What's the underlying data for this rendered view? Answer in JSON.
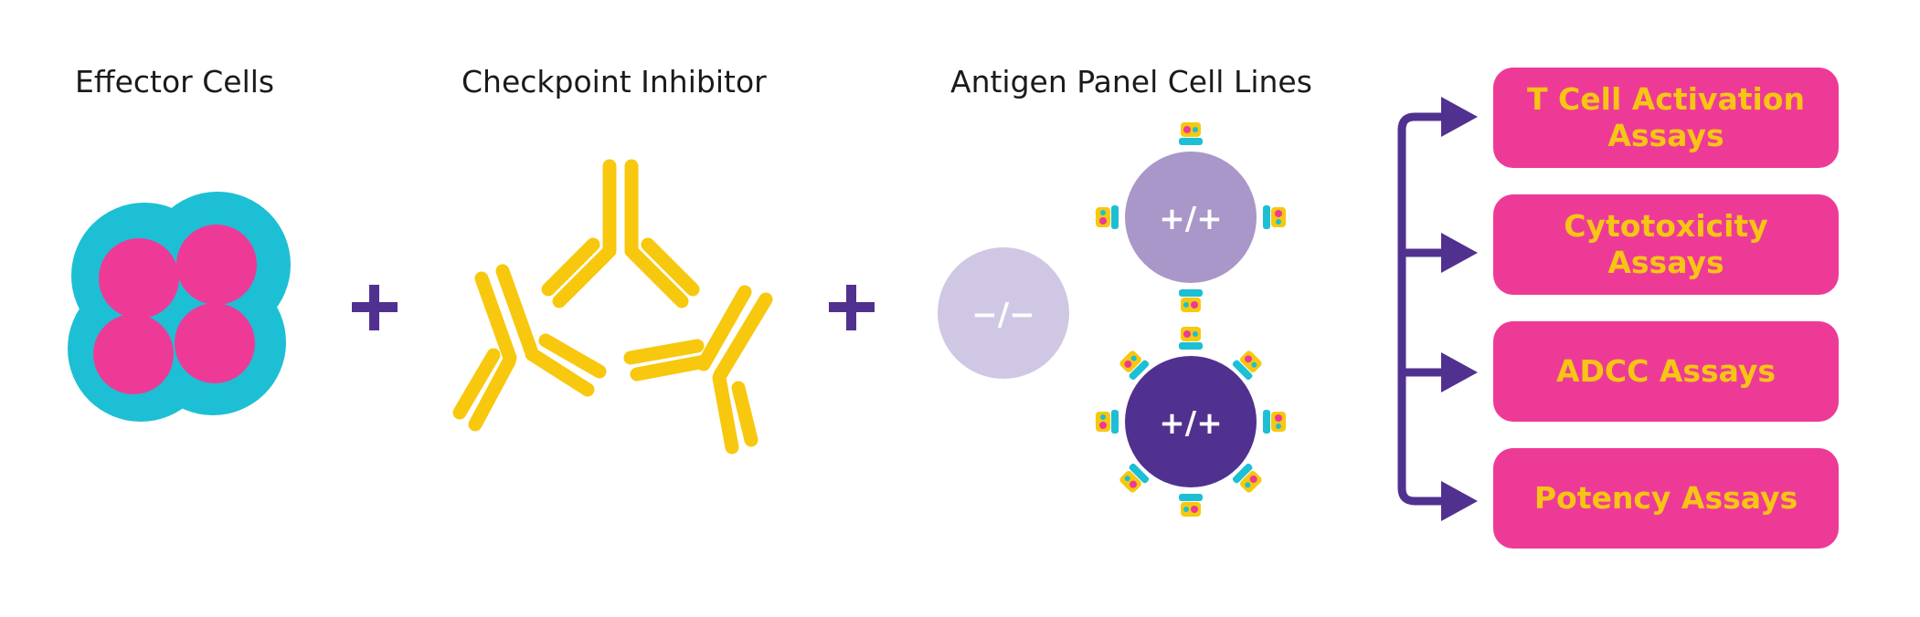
{
  "headings": {
    "effector": "Effector Cells",
    "checkpoint": "Checkpoint Inhibitor",
    "antigen": "Antigen Panel Cell Lines"
  },
  "operators": {
    "plus_1": "+",
    "plus_2": "+"
  },
  "cells": {
    "negative_label": "−/−",
    "positive_upper_label": "+/+",
    "positive_lower_label": "+/+"
  },
  "assays": [
    "T Cell Activation\nAssays",
    "Cytotoxicity\nAssays",
    "ADCC Assays",
    "Potency Assays"
  ],
  "colors": {
    "cyan": "#1dbfd4",
    "magenta": "#ee3a97",
    "yellow": "#f7c80d",
    "purple": "#51318f",
    "lavender": "#a897c8",
    "light_lavender": "#d0c7e4",
    "assay_text": "#f7c514"
  }
}
